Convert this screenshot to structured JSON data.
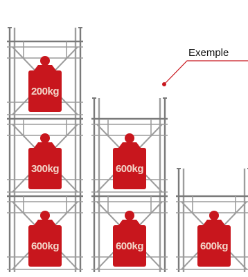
{
  "callout": {
    "label": "Exemple"
  },
  "colors": {
    "frame": "#9c9c9c",
    "frame_dark": "#7a7a7a",
    "weight": "#c8161d",
    "callout_line": "#c8161d",
    "callout_dot": "#c8161d"
  },
  "towers": [
    {
      "levels": [
        {
          "weight": "600kg"
        },
        {
          "weight": "300kg"
        },
        {
          "weight": "200kg"
        }
      ]
    },
    {
      "levels": [
        {
          "weight": "600kg"
        },
        {
          "weight": "600kg"
        }
      ]
    },
    {
      "levels": [
        {
          "weight": "600kg"
        }
      ]
    }
  ]
}
